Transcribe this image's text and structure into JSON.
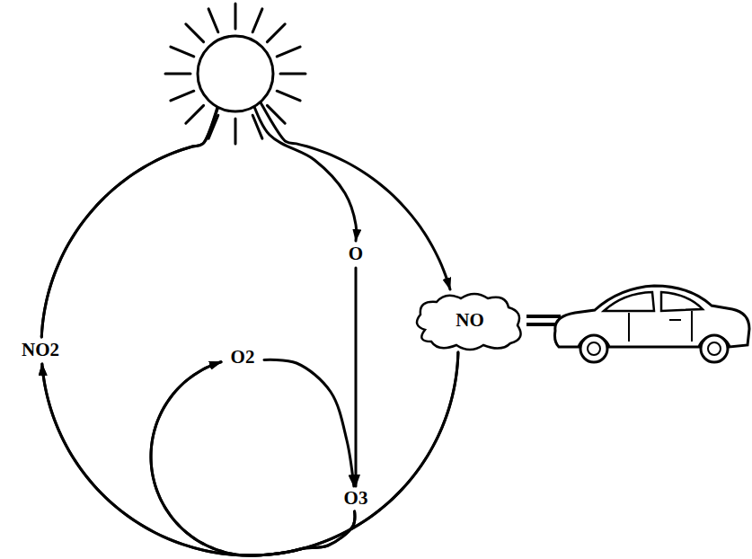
{
  "diagram": {
    "nodes": [
      {
        "text": [
          "O"
        ]
      },
      {
        "text": [
          "NO2"
        ]
      },
      {
        "text": [
          "NO"
        ]
      },
      {
        "text": [
          "O2"
        ]
      },
      {
        "text": [
          "O3"
        ]
      }
    ],
    "edges": [
      {
        "from": 1,
        "to": 0,
        "arrow": "to"
      },
      {
        "from": 1,
        "to": 2,
        "arrow": "to"
      },
      {
        "from": 0,
        "to": 4,
        "arrow": "to"
      },
      {
        "from": 3,
        "to": 4,
        "arrow": "to"
      },
      {
        "from": 4,
        "to": 1,
        "arrow": "to"
      },
      {
        "from": 4,
        "to": 3,
        "arrow": "to"
      },
      {
        "from": 2,
        "to": 1,
        "arrow": "to"
      },
      {
        "from": 2,
        "to": 3,
        "arrow": "to"
      }
    ]
  }
}
